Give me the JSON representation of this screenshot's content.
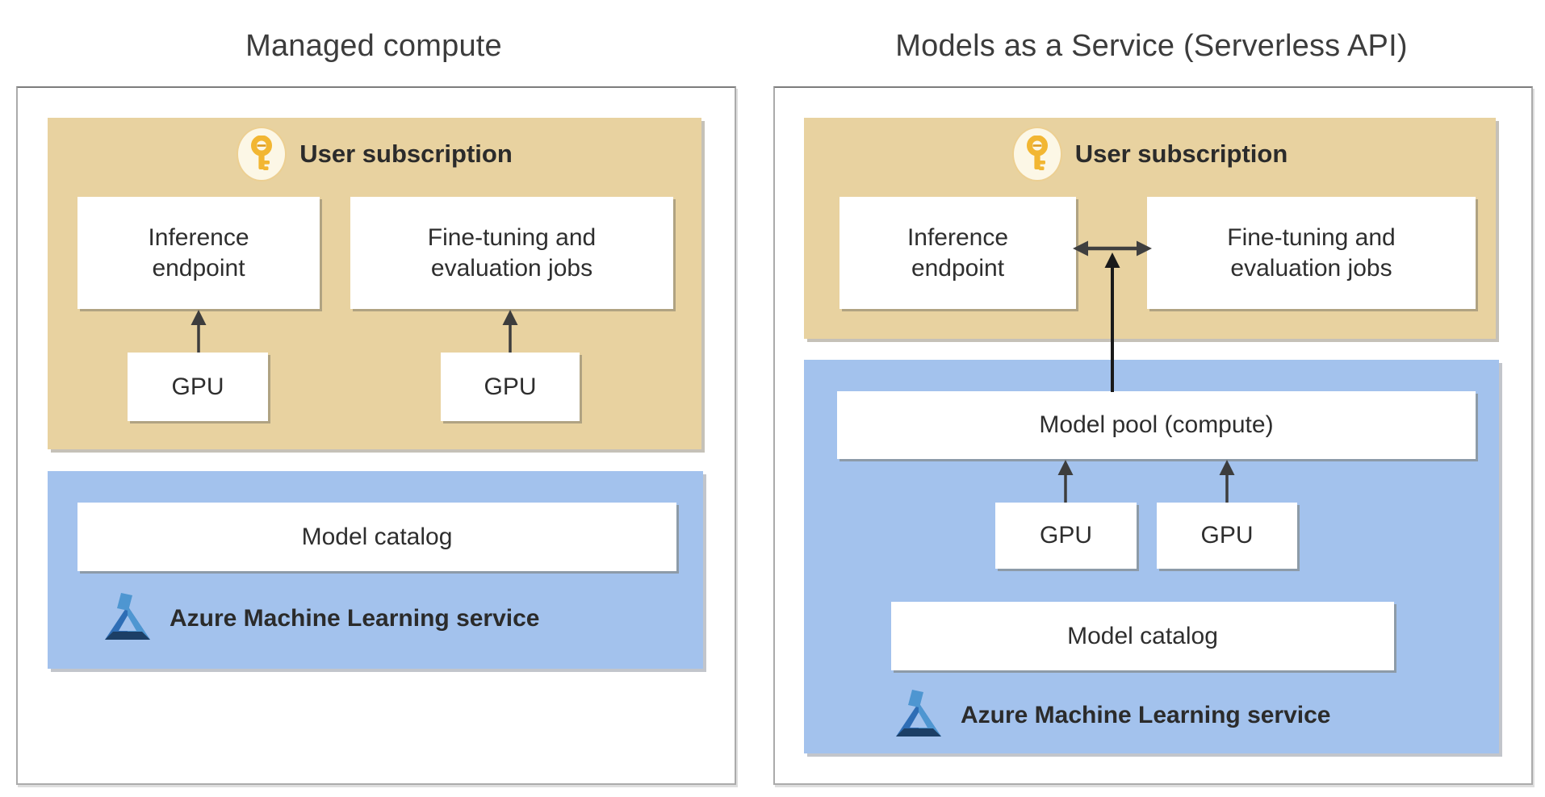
{
  "titles": {
    "left": "Managed compute",
    "right": "Models as a Service (Serverless API)"
  },
  "left_panel": {
    "subscription_label": "User subscription",
    "inference_label": "Inference endpoint",
    "finetune_label": "Fine-tuning and evaluation jobs",
    "gpu_labels": [
      "GPU",
      "GPU"
    ],
    "catalog_label": "Model catalog",
    "service_label": "Azure Machine Learning service"
  },
  "right_panel": {
    "subscription_label": "User subscription",
    "inference_label": "Inference endpoint",
    "finetune_label": "Fine-tuning and evaluation jobs",
    "pool_label": "Model pool (compute)",
    "gpu_labels": [
      "GPU",
      "GPU"
    ],
    "catalog_label": "Model catalog",
    "service_label": "Azure Machine Learning service"
  },
  "icons": {
    "subscription": "key-icon",
    "service": "azure-ml-flask-icon",
    "connectors": [
      "up-arrow",
      "up-arrow",
      "double-horizontal-arrow",
      "long-up-arrow",
      "up-arrow",
      "up-arrow"
    ]
  },
  "colors": {
    "subscription_bg": "#e8d2a0",
    "aml_bg": "#a3c2ed",
    "box_bg": "#ffffff",
    "panel_border": "#ababab",
    "arrow": "#3d3d3d",
    "key_gold": "#f2b632",
    "azure_blue_mid": "#2e6db5",
    "azure_blue_light": "#4e96d1",
    "azure_blue_dark": "#1c3f66",
    "text": "#2e2e2e"
  }
}
